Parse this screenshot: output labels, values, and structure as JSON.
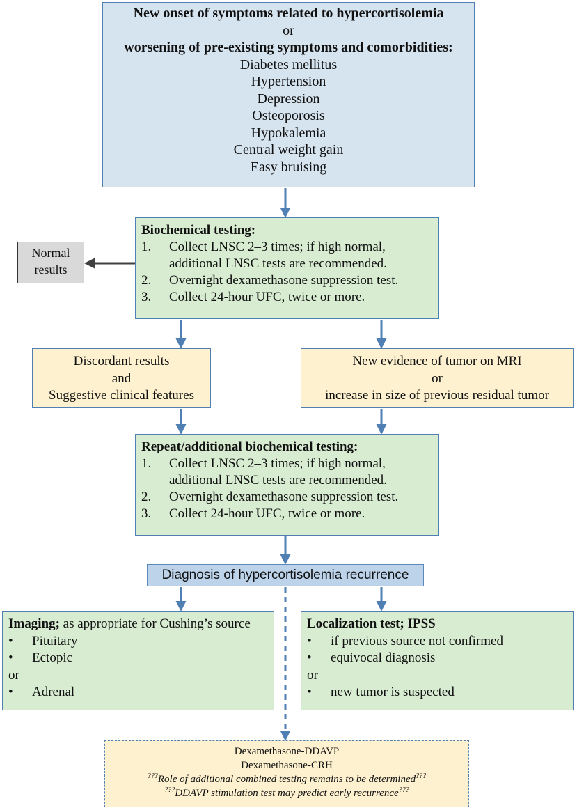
{
  "top_box": {
    "line1": "New onset of symptoms related to hypercortisolemia",
    "or": "or",
    "line2": "worsening of pre-existing symptoms and comorbidities:",
    "items": [
      "Diabetes mellitus",
      "Hypertension",
      "Depression",
      "Osteoporosis",
      "Hypokalemia",
      "Central weight gain",
      "Easy bruising"
    ]
  },
  "normal_results": {
    "line1": "Normal",
    "line2": "results"
  },
  "biochemical": {
    "title": "Biochemical testing:",
    "items": [
      {
        "num": "1.",
        "lines": [
          "Collect LNSC 2–3 times; if high normal,",
          "additional LNSC tests are recommended."
        ]
      },
      {
        "num": "2.",
        "lines": [
          "Overnight dexamethasone suppression test."
        ]
      },
      {
        "num": "3.",
        "lines": [
          "Collect 24-hour UFC, twice or more."
        ]
      }
    ]
  },
  "discordant": {
    "line1": "Discordant results",
    "line2": "and",
    "line3": "Suggestive clinical features"
  },
  "mri": {
    "line1": "New evidence of tumor on MRI",
    "line2": "or",
    "line3": "increase in size of previous residual tumor"
  },
  "repeat": {
    "title": "Repeat/additional biochemical testing:",
    "items": [
      {
        "num": "1.",
        "lines": [
          "Collect LNSC 2–3 times; if high normal,",
          "additional LNSC tests are recommended."
        ]
      },
      {
        "num": "2.",
        "lines": [
          "Overnight dexamethasone suppression test."
        ]
      },
      {
        "num": "3.",
        "lines": [
          "Collect 24-hour UFC, twice or more."
        ]
      }
    ]
  },
  "diagnosis": {
    "label": "Diagnosis of hypercortisolemia recurrence"
  },
  "imaging": {
    "title": "Imaging;",
    "title_rest": " as appropriate for Cushing’s source",
    "bullet": "•",
    "item1": "Pituitary",
    "item2": "Ectopic",
    "or": "or",
    "item3": "Adrenal"
  },
  "localization": {
    "title": "Localization test; IPSS",
    "bullet": "•",
    "item1": "if previous source not confirmed",
    "item2": "equivocal diagnosis",
    "or": "or",
    "item3": "new tumor is suspected"
  },
  "extra": {
    "line1": "Dexamethasone-DDAVP",
    "line2": "Dexamethasone-CRH",
    "q": "???",
    "line3": "Role of additional combined testing remains to be determined",
    "line4": "DDAVP stimulation test may predict early recurrence"
  },
  "colors": {
    "arrow_blue": "#4f7fb3",
    "arrow_dark": "#404040"
  }
}
